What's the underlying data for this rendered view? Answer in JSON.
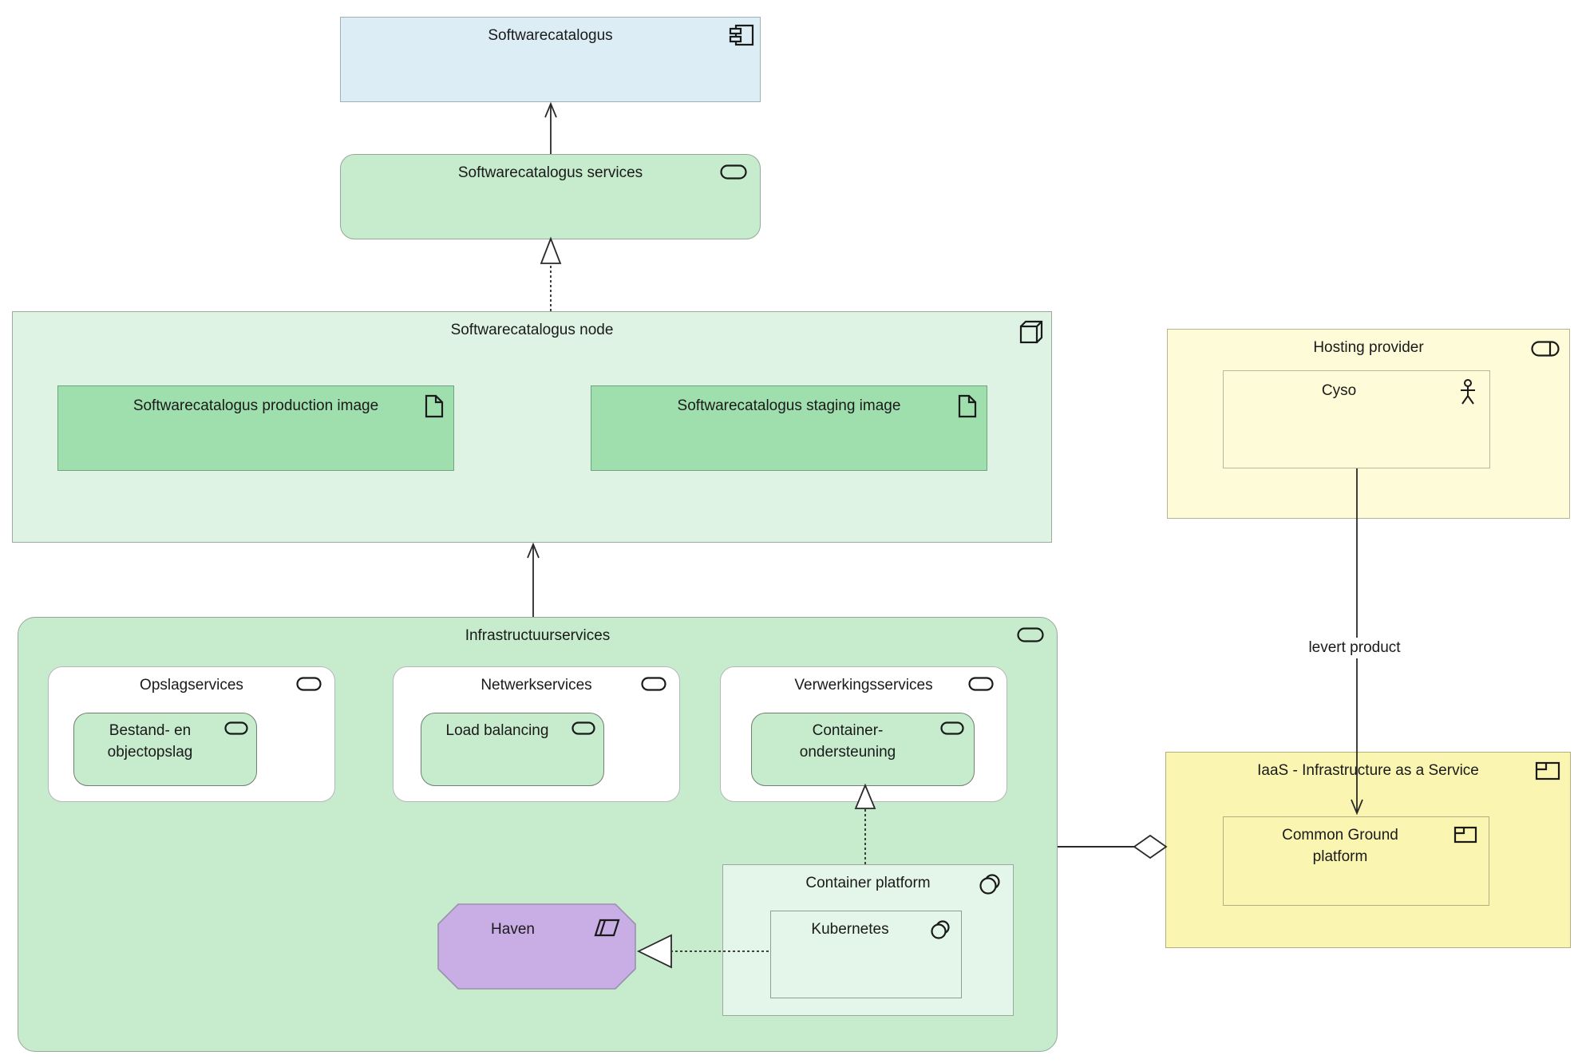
{
  "nodes": {
    "softwarecatalogus": "Softwarecatalogus",
    "services": "Softwarecatalogus services",
    "node": "Softwarecatalogus node",
    "production_image": "Softwarecatalogus production image",
    "staging_image": "Softwarecatalogus staging image",
    "infrastructuur": "Infrastructuurservices",
    "opslag": "Opslagservices",
    "bestand": "Bestand- en\nobjectopslag",
    "netwerk": "Netwerkservices",
    "load_balancing": "Load balancing",
    "verwerking": "Verwerkingsservices",
    "container_ondersteuning": "Container-\nondersteuning",
    "container_platform": "Container platform",
    "kubernetes": "Kubernetes",
    "haven": "Haven",
    "hosting_provider": "Hosting provider",
    "cyso": "Cyso",
    "iaas": "IaaS - Infrastructure as a Service",
    "common_ground": "Common Ground\nplatform"
  },
  "relations": {
    "levert_product": "levert product"
  },
  "colors": {
    "application_component_fill": "#dcedf5",
    "service_fill": "#c7ebcd",
    "node_fill": "#def3e4",
    "artifact_fill": "#9fdfae",
    "grouping_white_fill": "#ffffff",
    "system_software_fill": "#e4f6e9",
    "plateau_fill": "#c9aee6",
    "hosting_provider_fill": "#fdfbd8",
    "iaas_fill": "#faf6b2",
    "connector_color": "#2a2a2a"
  }
}
